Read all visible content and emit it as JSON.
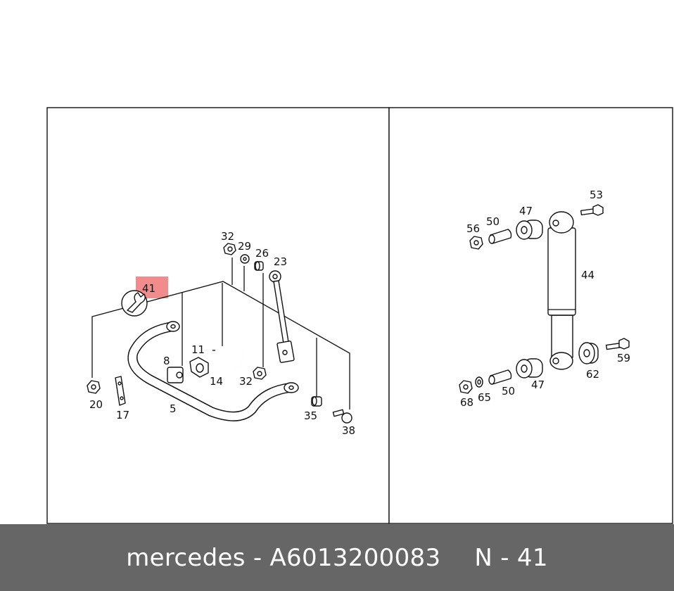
{
  "diagram": {
    "highlight_color": "#f28b8b",
    "left_panel_labels": {
      "p41": "41",
      "p32a": "32",
      "p29": "29",
      "p26": "26",
      "p23": "23",
      "p8": "8",
      "p11": "11",
      "p14": "14",
      "p32b": "32",
      "p20": "20",
      "p17": "17",
      "p5": "5",
      "p35": "35",
      "p38": "38"
    },
    "right_panel_labels": {
      "p53": "53",
      "p56": "56",
      "p50a": "50",
      "p47a": "47",
      "p44": "44",
      "p59": "59",
      "p62": "62",
      "p68": "68",
      "p65": "65",
      "p50b": "50",
      "p47b": "47"
    },
    "icons": [
      "wrench-icon"
    ]
  },
  "footer": {
    "brand_part": "mercedes - A6013200083",
    "ref": "N - 41",
    "background": "#666666"
  }
}
